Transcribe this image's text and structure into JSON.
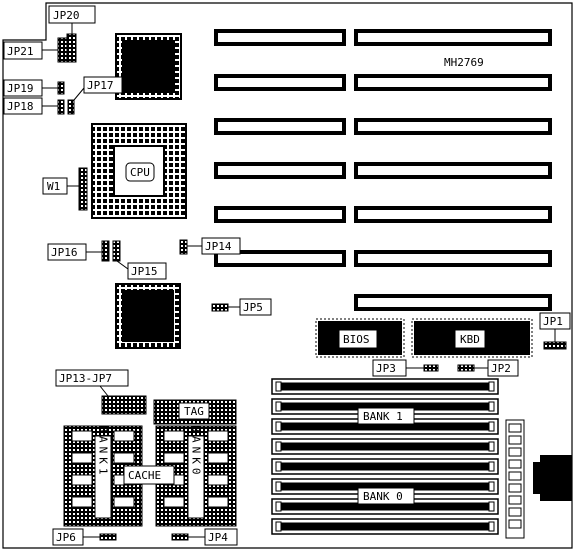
{
  "board": {
    "model": "MH2769",
    "cpu_label": "CPU",
    "bios_label": "BIOS",
    "kbd_label": "KBD",
    "tag_label": "TAG",
    "cache_label": "CACHE",
    "bank1_vertical": "BANK1",
    "bank0_vertical": "BANK0",
    "bank1_label": "BANK 1",
    "bank0_label": "BANK 0"
  },
  "jumpers": {
    "jp20": "JP20",
    "jp21": "JP21",
    "jp19": "JP19",
    "jp18": "JP18",
    "jp17": "JP17",
    "w1": "W1",
    "jp16": "JP16",
    "jp15": "JP15",
    "jp14": "JP14",
    "jp5": "JP5",
    "jp1": "JP1",
    "jp3": "JP3",
    "jp2": "JP2",
    "jp13_7": "JP13-JP7",
    "jp6": "JP6",
    "jp4": "JP4"
  }
}
